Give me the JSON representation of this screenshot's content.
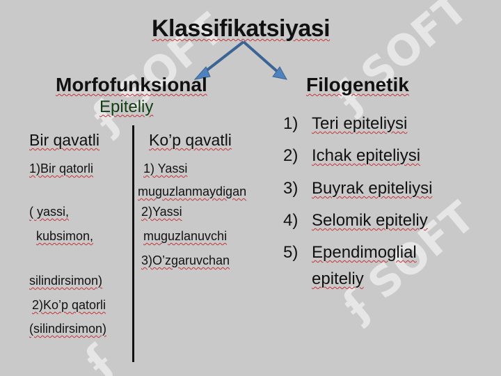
{
  "title": "Klassifikatsiyasi",
  "branches": {
    "left": {
      "heading": "Morfofunksional",
      "subheading": "Epiteliy",
      "single_layer": {
        "header": "Bir qavatli",
        "lines": [
          "1)Bir qatorli",
          "( yassi,",
          "kubsimon,",
          "silindirsimon)",
          "2)Ko’p qatorli",
          "(silindirsimon)"
        ]
      },
      "multi_layer": {
        "header": "Ko’p qavatli",
        "lines": [
          "1) Yassi",
          "muguzlanmaydigan",
          "2)Yassi",
          "muguzlanuvchi",
          "3)O’zgaruvchan"
        ]
      }
    },
    "right": {
      "heading": "Filogenetik",
      "items": [
        {
          "num": "1)",
          "text": "Teri epiteliysi"
        },
        {
          "num": "2)",
          "text": "Ichak epiteliysi"
        },
        {
          "num": "3)",
          "text": "Buyrak epiteliysi"
        },
        {
          "num": "4)",
          "text": "Selomik epiteliy"
        },
        {
          "num": "5)",
          "text": "Ependimoglial"
        }
      ],
      "item5_line2": "epiteliy"
    }
  },
  "watermark": "SOFT",
  "colors": {
    "background": "#c9c9c9",
    "arrow": "#4f81bd",
    "arrow_outline": "#3a6495",
    "divider": "#111111",
    "spell_underline": "#c8303a",
    "watermark": "#ffffff"
  }
}
